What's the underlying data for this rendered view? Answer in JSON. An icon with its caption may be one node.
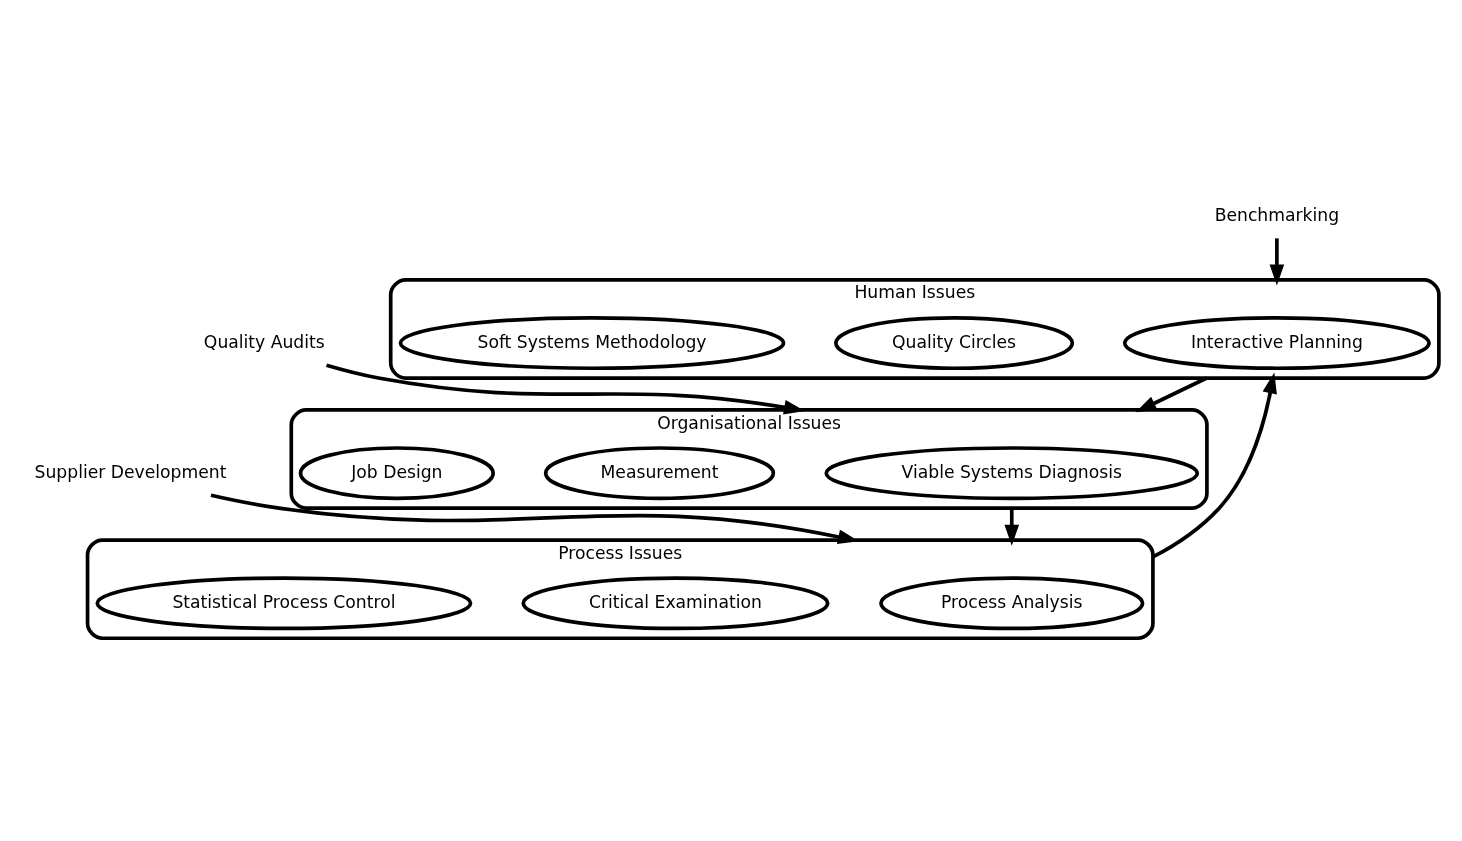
{
  "diagram": {
    "nodes": [
      {
        "text": [
          "Human Issues"
        ]
      },
      {
        "text": [
          "Interactive Planning"
        ],
        "in": 0
      },
      {
        "text": [
          "Quality Circles"
        ],
        "in": 0
      },
      {
        "text": [
          "Soft Systems Methodology"
        ],
        "in": 0
      },
      {
        "text": [
          "Organisational Issues"
        ]
      },
      {
        "text": [
          "Viable Systems Diagnosis"
        ],
        "in": 4
      },
      {
        "text": [
          "Measurement"
        ],
        "in": 4
      },
      {
        "text": [
          "Job Design"
        ],
        "in": 4
      },
      {
        "text": [
          "Process Issues"
        ]
      },
      {
        "text": [
          "Process Analysis"
        ],
        "in": 8
      },
      {
        "text": [
          "Critical Examination"
        ],
        "in": 8
      },
      {
        "text": [
          "Statistical Process Control"
        ],
        "in": 8
      },
      {
        "text": [
          "Benchmarking"
        ]
      },
      {
        "text": [
          "Quality Audits"
        ]
      },
      {
        "text": [
          "Supplier Development"
        ]
      }
    ],
    "edges": [
      {
        "from": 0,
        "to": 4,
        "arrow": "to"
      },
      {
        "from": 4,
        "to": 8,
        "arrow": "to"
      },
      {
        "from": 8,
        "to": 0,
        "arrow": "to"
      },
      {
        "from": 12,
        "to": 0,
        "arrow": "to"
      },
      {
        "from": 13,
        "to": 4,
        "arrow": "to"
      },
      {
        "from": 14,
        "to": 8,
        "arrow": "to"
      }
    ]
  }
}
